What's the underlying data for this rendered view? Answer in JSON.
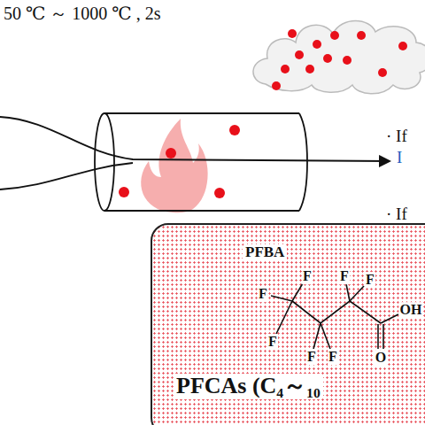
{
  "diagram": {
    "nodes": [
      {
        "text": [
          "PFBA",
          "PFCAs (C₄～₁₀"
        ]
      }
    ],
    "labels": [
      "50 ℃ ～ 1000 ℃ , 2s",
      "· If",
      "I",
      "· If",
      "F",
      "F",
      "F",
      "F",
      "F",
      "F",
      "F",
      "O",
      "OH"
    ]
  }
}
